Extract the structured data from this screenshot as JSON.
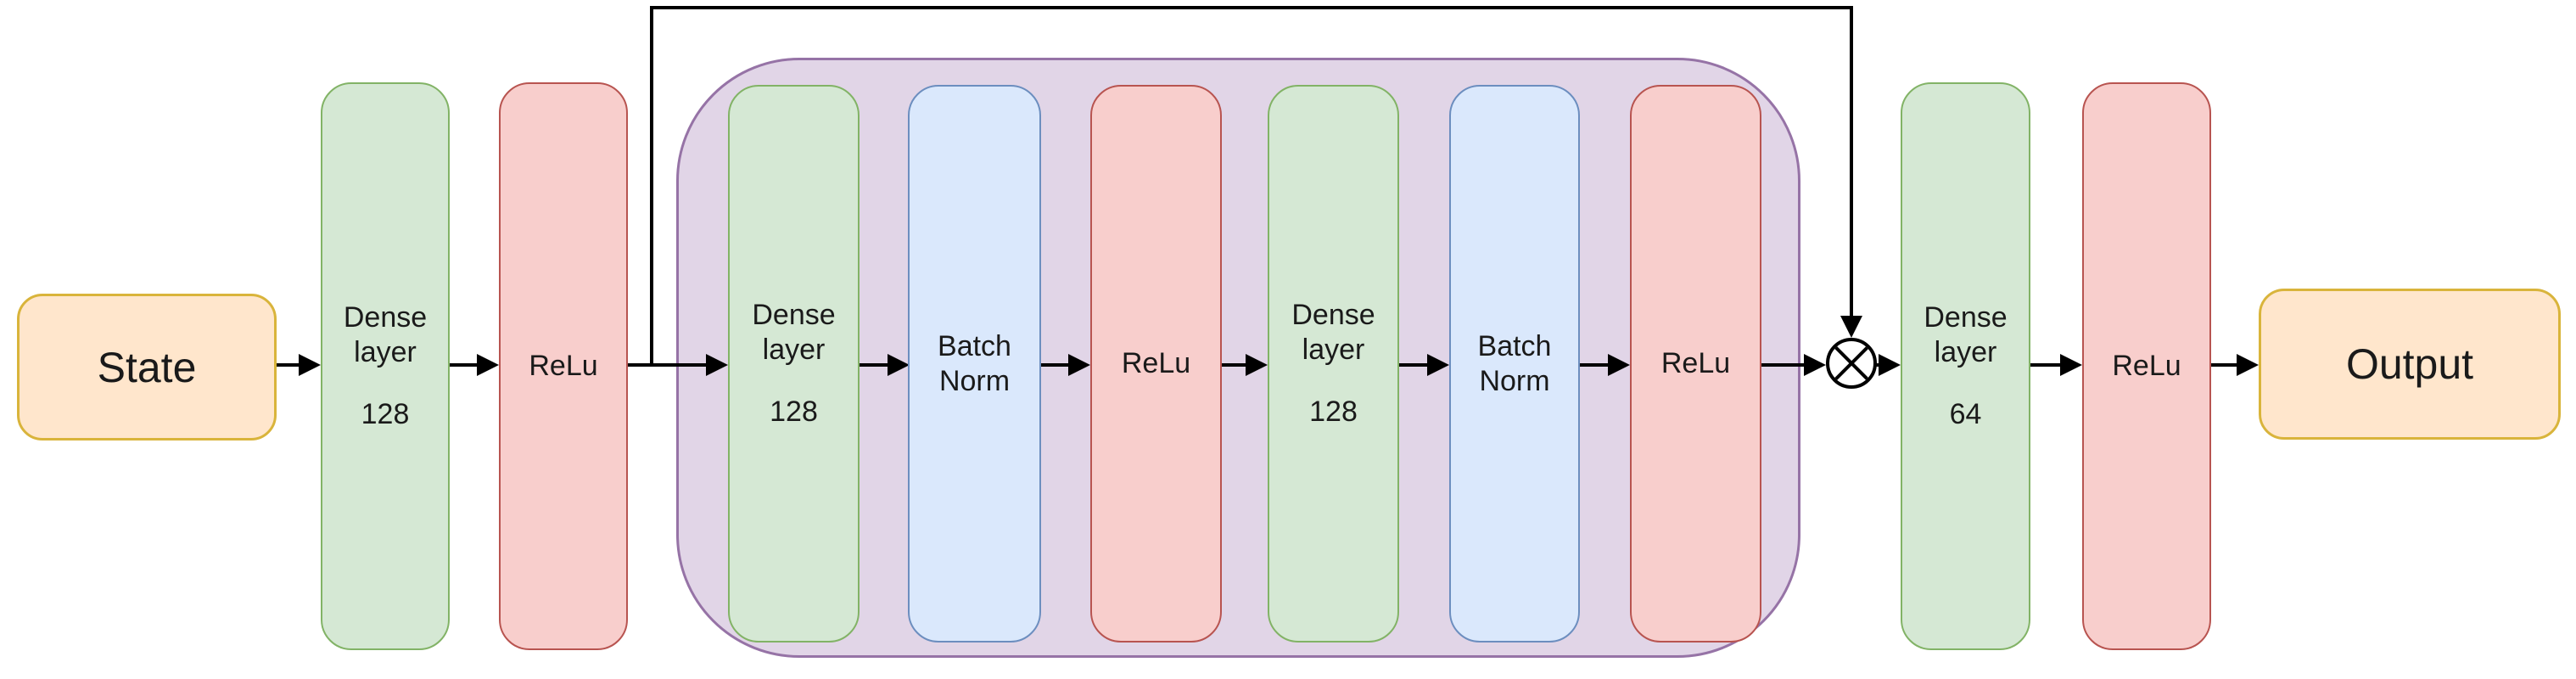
{
  "colors": {
    "background": "#ffffff",
    "text_color": "#1a1a1a",
    "edge_color": "#000000",
    "node_orange_fill": "#ffe6cc",
    "node_orange_stroke": "#d9b43b",
    "node_green_fill": "#d5e8d4",
    "node_green_stroke": "#82b366",
    "node_red_fill": "#f8cecc",
    "node_red_stroke": "#b85450",
    "node_blue_fill": "#dae8fc",
    "node_blue_stroke": "#6c8ebf",
    "block_purple_fill": "#e1d5e7",
    "block_purple_stroke": "#9673a6"
  },
  "nodes": {
    "state": {
      "label": "State"
    },
    "dense1": {
      "line1": "Dense",
      "line2": "layer",
      "units": "128"
    },
    "relu1": {
      "label": "ReLu"
    },
    "dense2": {
      "line1": "Dense",
      "line2": "layer",
      "units": "128"
    },
    "batchnorm1": {
      "line1": "Batch",
      "line2": "Norm"
    },
    "relu2": {
      "label": "ReLu"
    },
    "dense3": {
      "line1": "Dense",
      "line2": "layer",
      "units": "128"
    },
    "batchnorm2": {
      "line1": "Batch",
      "line2": "Norm"
    },
    "relu3": {
      "label": "ReLu"
    },
    "merge": {
      "icon": "multiply-in-circle"
    },
    "dense4": {
      "line1": "Dense",
      "line2": "layer",
      "units": "64"
    },
    "relu4": {
      "label": "ReLu"
    },
    "output": {
      "label": "Output"
    }
  }
}
